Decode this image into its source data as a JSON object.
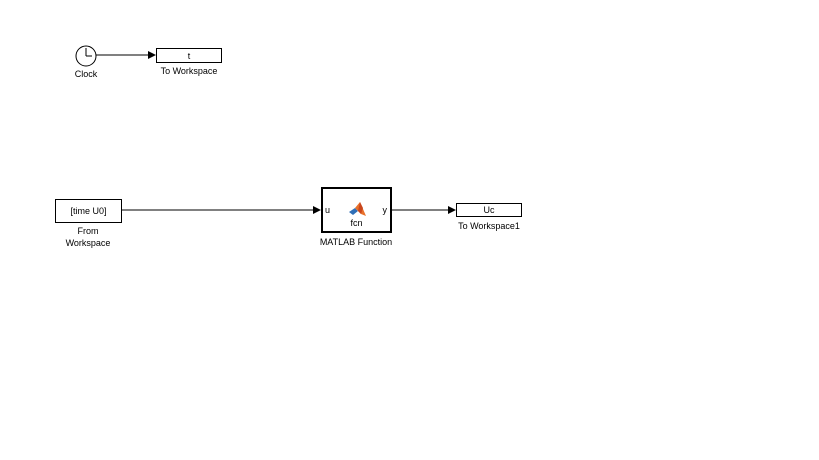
{
  "blocks": {
    "clock": {
      "label": "Clock"
    },
    "to_workspace": {
      "value": "t",
      "label": "To Workspace"
    },
    "from_workspace": {
      "value": "[time U0]",
      "label_line1": "From",
      "label_line2": "Workspace"
    },
    "matlab_function": {
      "input_port": "u",
      "output_port": "y",
      "body": "fcn",
      "label": "MATLAB Function"
    },
    "to_workspace1": {
      "value": "Uc",
      "label": "To Workspace1"
    }
  }
}
